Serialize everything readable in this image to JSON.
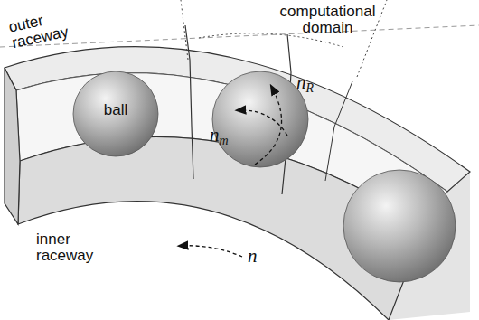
{
  "diagram": {
    "nodes": [
      {
        "text": [
          "ball"
        ]
      }
    ],
    "labels": [
      "outer raceway",
      "computational domain",
      "nR",
      "nm",
      "inner raceway",
      "n"
    ]
  }
}
